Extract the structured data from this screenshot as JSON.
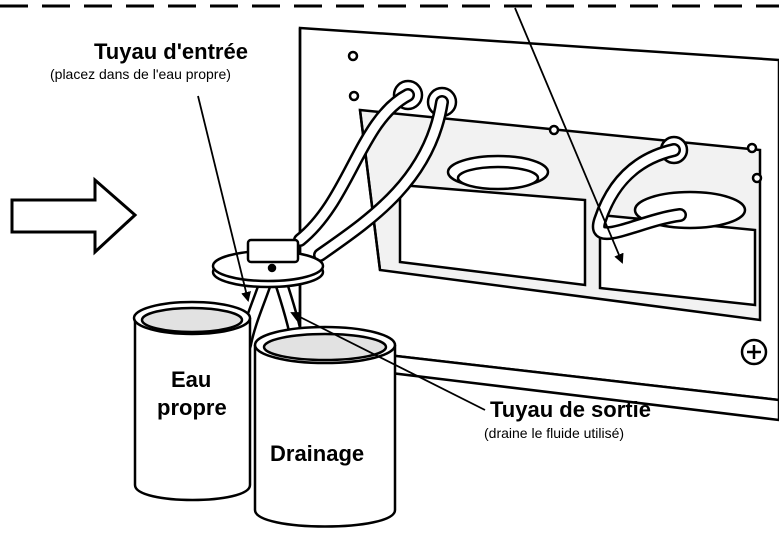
{
  "labels": {
    "inlet_title": "Tuyau d'entrée",
    "inlet_note": "(placez dans de l'eau propre)",
    "outlet_title": "Tuyau de sortie",
    "outlet_note": "(draine le fluide utilisé)",
    "clean_water_line1": "Eau",
    "clean_water_line2": "propre",
    "drain": "Drainage"
  },
  "colors": {
    "ink": "#000000",
    "paper": "#ffffff",
    "panel": "#f2f2f2",
    "shadow": "#e2e2e2"
  }
}
